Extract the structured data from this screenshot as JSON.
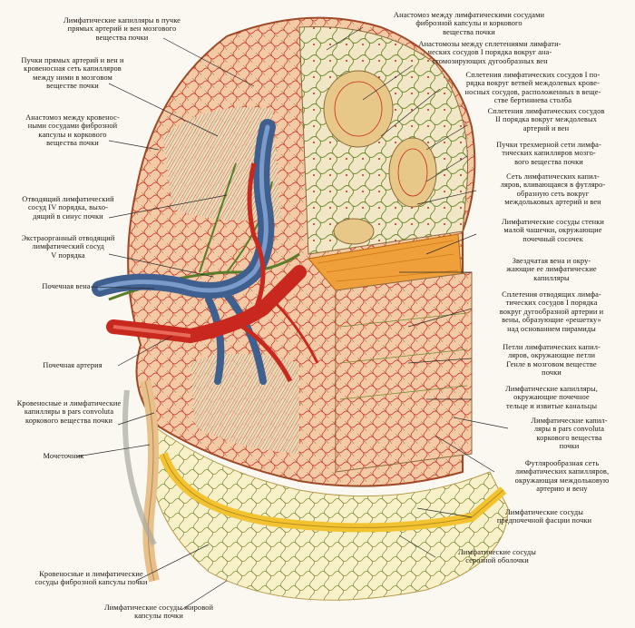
{
  "labels_left": [
    {
      "text": "Лимфатические капилляры в пучке\nпрямых артерий и вен мозгового\nвещества почки"
    },
    {
      "text": "Пучки прямых артерий и вен и\nкровеносная сеть капилляров\nмежду ними в мозговом\nвеществе почки"
    },
    {
      "text": "Анастомоз между кровенос-\nными сосудами фиброзной\nкапсулы и коркового\nвещества почки"
    },
    {
      "text": "Отводящий лимфатический\nсосуд IV порядка, выхо-\nдящий в синус почки"
    },
    {
      "text": "Экстраорганный отводящий\nлимфатический сосуд\nV порядка"
    },
    {
      "text": "Почечная вена"
    },
    {
      "text": "Почечная артерия"
    },
    {
      "text": "Кровеносные и лимфатические\nкапилляры в pars convoluta\nкоркового вещества почки"
    },
    {
      "text": "Мочеточник"
    }
  ],
  "labels_right": [
    {
      "text": "Анастомоз между лимфатическими сосудами\nфиброзной капсулы и коркового\nвещества почки"
    },
    {
      "text": "Анастомозы между сплетениями лимфати-\nческих сосудов I порядка вокруг ана-\nстомозирующих дугообразных вен"
    },
    {
      "text": "Сплетения лимфатических сосудов I по-\nрядка вокруг ветвей междолевых крове-\nносных сосудов, расположенных в веще-\nстве бертиниева столба"
    },
    {
      "text": "Сплетения лимфатических сосудов\nII порядка вокруг междолевых\nартерий и вен"
    },
    {
      "text": "Пучки трехмерной сети лимфа-\nтических капилляров мозго-\nвого вещества почки"
    },
    {
      "text": "Сеть лимфатических капил-\nляров, вливающаяся в футляро-\nобразную сеть вокруг\nмеждольковых артерий и вен"
    },
    {
      "text": "Лимфатические сосуды стенки\nмалой чашечки, окружающие\nпочечный сосочек"
    },
    {
      "text": "Звездчатая вена и окру-\nжающие ее лимфатические\nкапилляры"
    },
    {
      "text": "Сплетения отводящих лимфа-\nтических сосудов I порядка\nвокруг дугообразной артерии и\nвены, образующие «решетку»\nнад основанием пирамиды"
    },
    {
      "text": "Петли лимфатических капил-\nляров, окружающие петли\nГенле в мозговом веществе\nпочки"
    },
    {
      "text": "Лимфатические капилляры,\nокружающие почечное\nтельце и извитые канальцы"
    },
    {
      "text": "Лимфатические капил-\nляры в pars convoluta\nкоркового вещества\nпочки"
    },
    {
      "text": "Футлярообразная сеть\nлимфатических капилляров,\nокружающая междольковую\nартерию и вену"
    },
    {
      "text": "Лимфатические сосуды\nпредпочечной фасции почки"
    },
    {
      "text": "Лимфатические сосуды\nсерозной оболочки"
    }
  ],
  "labels_bottom": [
    {
      "text": "Кровеносные и лимфатические\nсосуды фиброзной капсулы почки"
    },
    {
      "text": "Лимфатические сосуды жировой\nкапсулы почки"
    }
  ],
  "colors": {
    "background": "#fbf8f1",
    "cortex": "#f3c9a6",
    "medulla": "#f1dcc0",
    "vein": "#3f5f8f",
    "artery": "#c8281d",
    "lymph": "#5a7d2a",
    "capsule_yellow": "#f2c230",
    "fat": "#f7f0c8",
    "leader": "#2a2a2a"
  }
}
